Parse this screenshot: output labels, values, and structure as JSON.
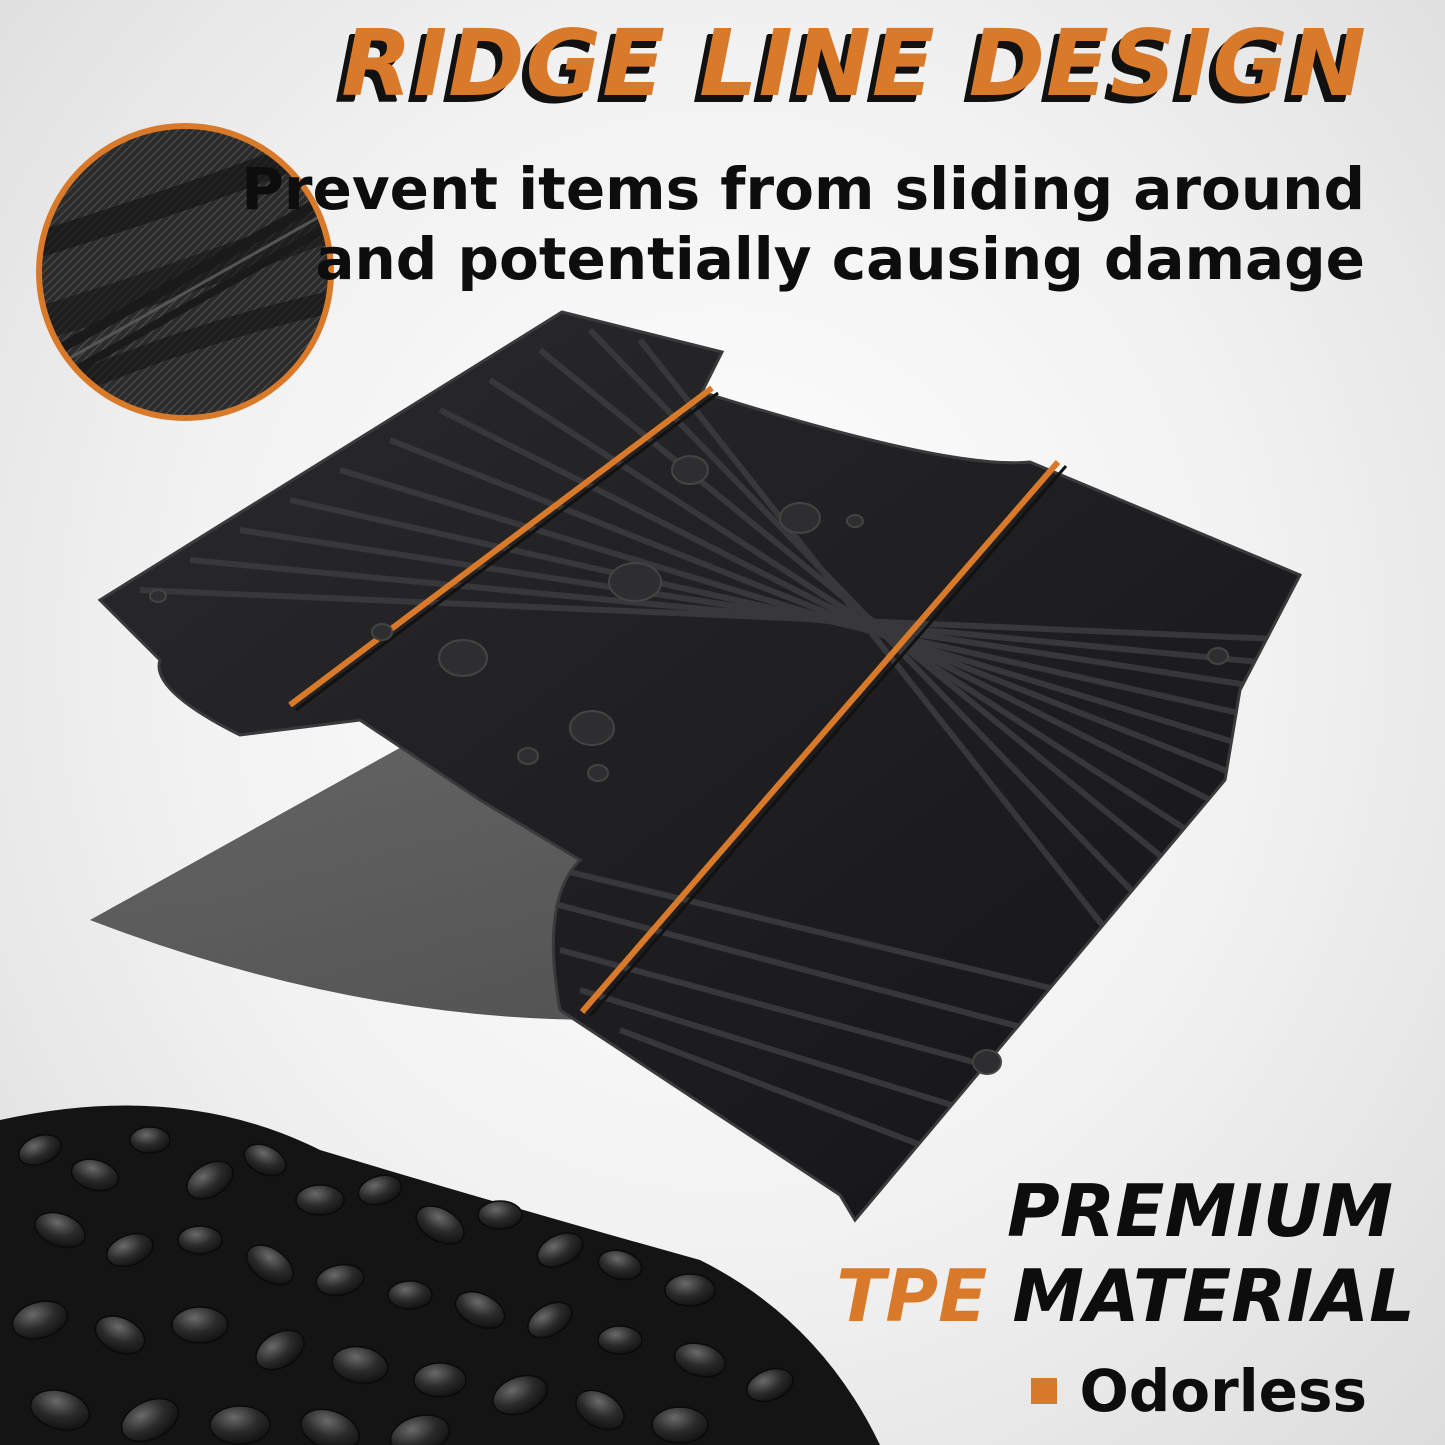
{
  "headline": "RIDGE LINE DESIGN",
  "subheadline": {
    "line1": "Prevent items from sliding around",
    "line2": "and potentially causing damage"
  },
  "material": {
    "line1": "PREMIUM",
    "line2_accent": "TPE",
    "line2_rest": " MATERIAL"
  },
  "feature_bullet": "Odorless",
  "colors": {
    "accent": "#d97a2b",
    "text": "#0d0d0d",
    "mat": "#1c1c1e",
    "background": "#f1f1f1"
  },
  "icons": {
    "texture_zoom": "texture-zoom-circle",
    "bed_mat": "truck-bed-mat-image",
    "pellets": "tpe-pellets-image"
  }
}
